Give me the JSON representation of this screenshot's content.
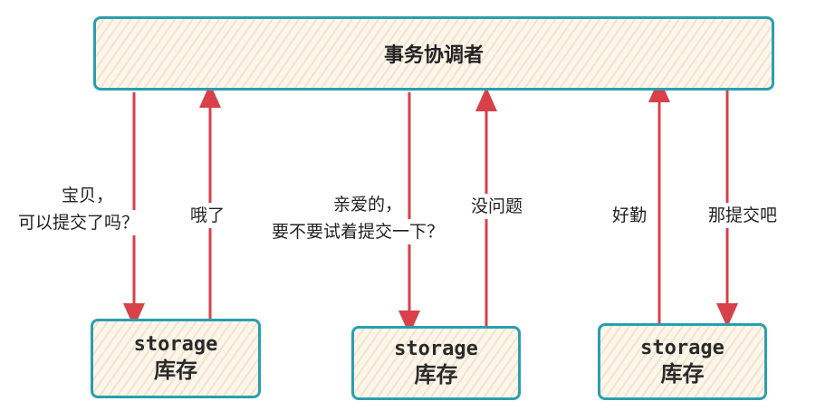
{
  "coordinator": {
    "label": "事务协调者"
  },
  "storages": [
    {
      "en": "storage",
      "zh": "库存"
    },
    {
      "en": "storage",
      "zh": "库存"
    },
    {
      "en": "storage",
      "zh": "库存"
    }
  ],
  "messages": {
    "m1a": "宝贝，",
    "m1b": "可以提交了吗？",
    "m2": "哦了",
    "m3a": "亲爱的，",
    "m3b": "要不要试着提交一下？",
    "m4": "没问题",
    "m5": "好勤",
    "m6": "那提交吧"
  },
  "colors": {
    "border": "#2a9fb0",
    "arrow": "#d8404a"
  }
}
